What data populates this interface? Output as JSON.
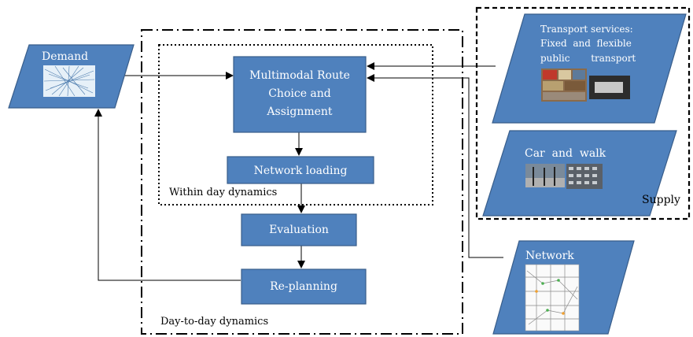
{
  "colors": {
    "box_fill": "#4f81bd",
    "box_stroke": "#385d8a",
    "box_text": "#ffffff",
    "line": "#000000"
  },
  "demand": {
    "label": "Demand"
  },
  "boxes": {
    "route_choice": [
      "Multimodal Route",
      "Choice and",
      "Assignment"
    ],
    "network_loading": "Network loading",
    "evaluation": "Evaluation",
    "replanning": "Re-planning"
  },
  "regions": {
    "within_day": "Within day dynamics",
    "day_to_day": "Day-to-day dynamics",
    "supply": "Supply"
  },
  "supply_items": {
    "transport_services": [
      "Transport services:",
      "Fixed  and  flexible",
      "public       transport"
    ],
    "car_walk": "Car  and  walk"
  },
  "network": {
    "label": "Network"
  }
}
